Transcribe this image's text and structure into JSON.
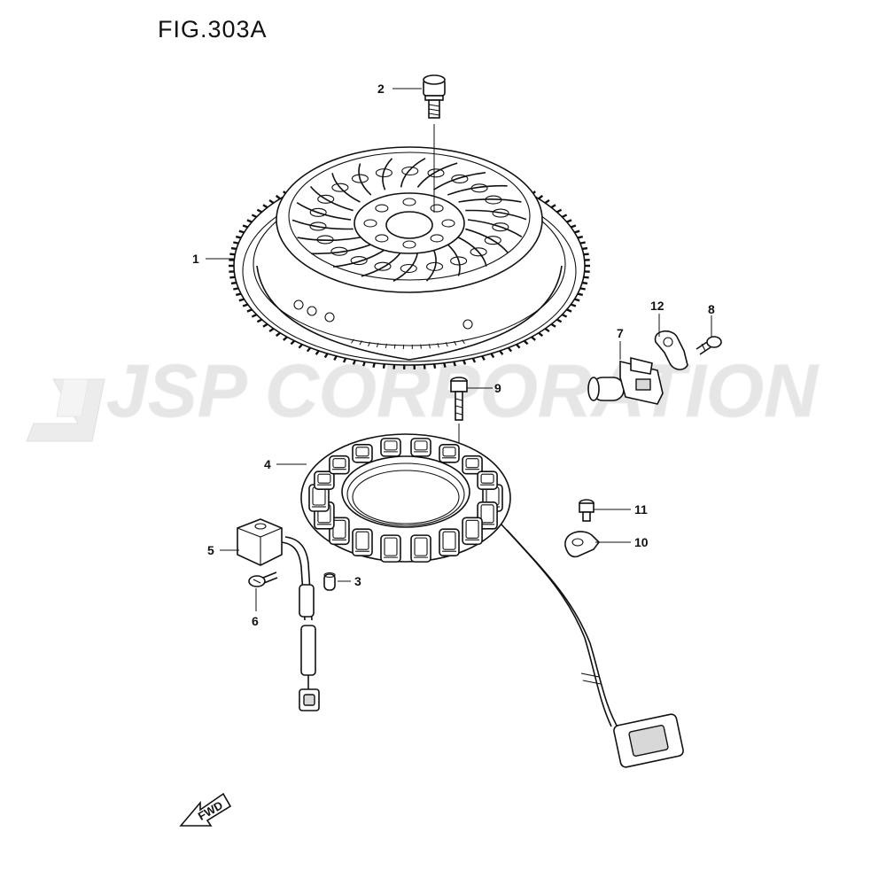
{
  "figure": {
    "title": "FIG.303A"
  },
  "watermark": {
    "text": "JSP CORPORATION"
  },
  "direction": {
    "label": "FWD"
  },
  "callouts": [
    {
      "id": "1",
      "label": "1"
    },
    {
      "id": "2",
      "label": "2"
    },
    {
      "id": "3",
      "label": "3"
    },
    {
      "id": "4",
      "label": "4"
    },
    {
      "id": "5",
      "label": "5"
    },
    {
      "id": "6",
      "label": "6"
    },
    {
      "id": "7",
      "label": "7"
    },
    {
      "id": "8",
      "label": "8"
    },
    {
      "id": "9",
      "label": "9"
    },
    {
      "id": "10",
      "label": "10"
    },
    {
      "id": "11",
      "label": "11"
    },
    {
      "id": "12",
      "label": "12"
    }
  ]
}
